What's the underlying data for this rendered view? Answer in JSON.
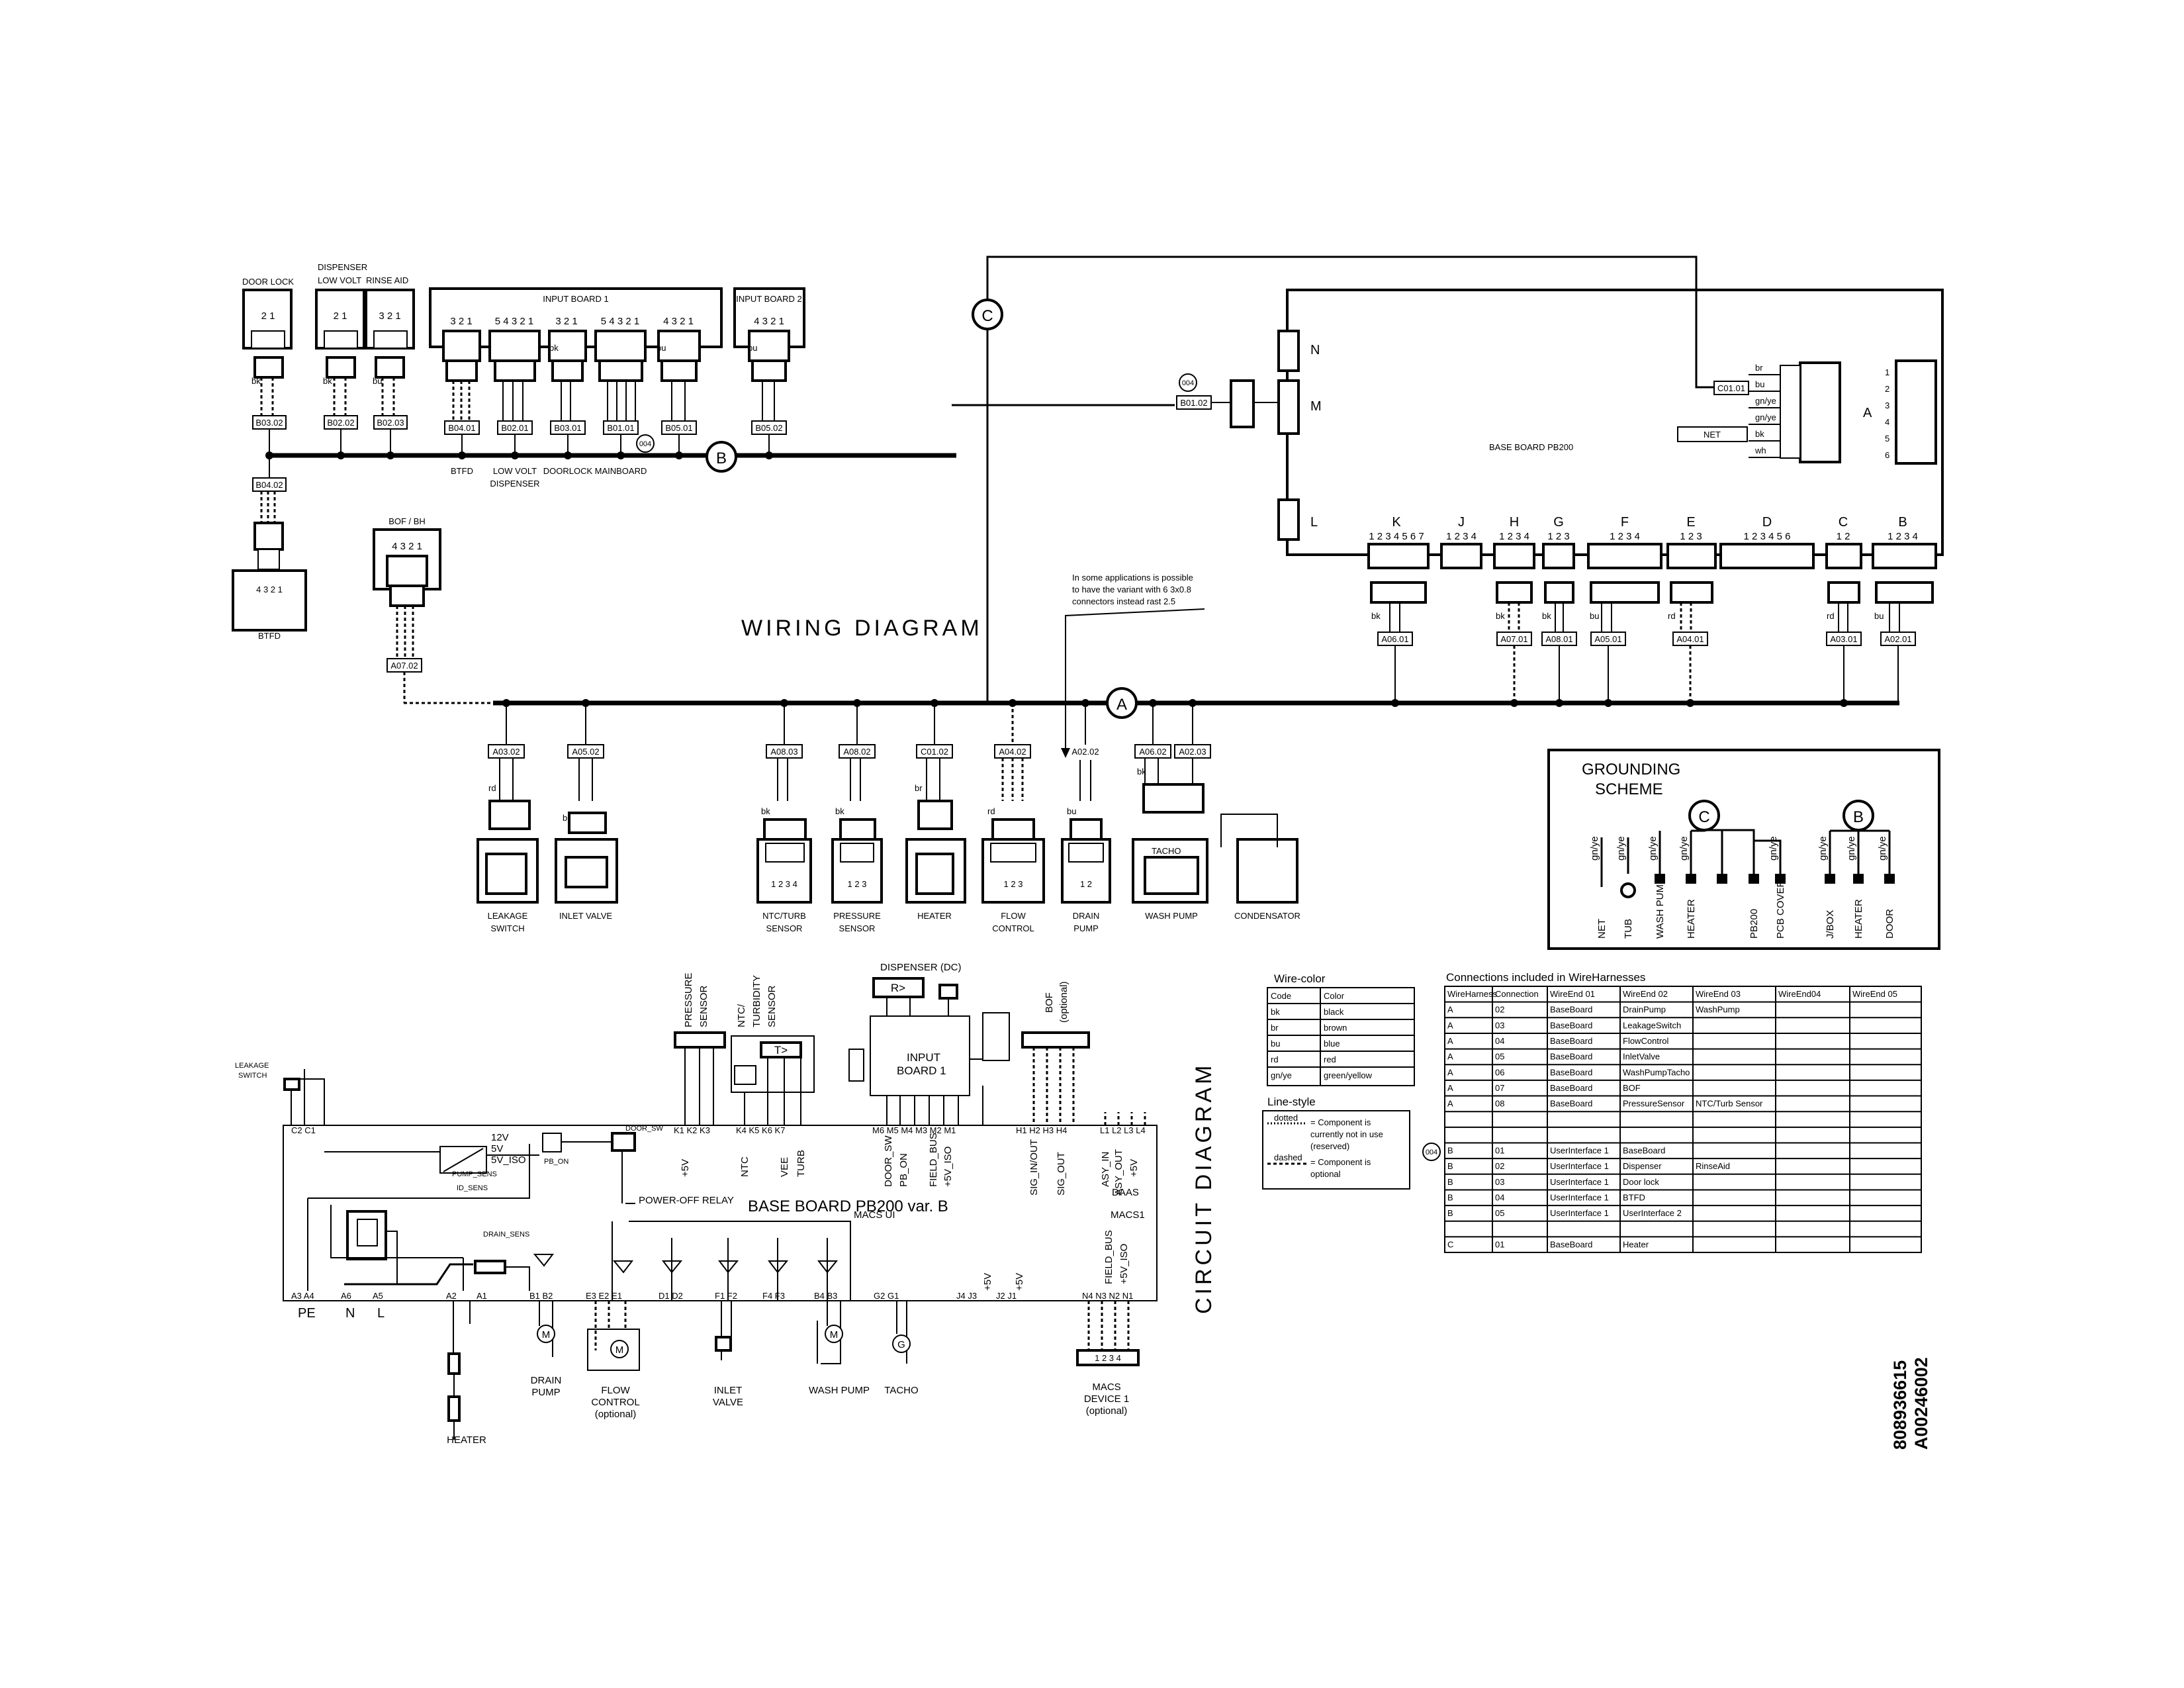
{
  "titles": {
    "wiring": "WIRING DIAGRAM",
    "circuit": "CIRCUIT DIAGRAM",
    "doc_number_1": "808936615",
    "doc_number_2": "A00246002"
  },
  "top_components": [
    {
      "id": "door-lock",
      "label": "DOOR LOCK",
      "pins": "2  1",
      "wire": "bk",
      "conn": "B03.02"
    },
    {
      "id": "dispenser",
      "label": "DISPENSER",
      "label2": "LOW VOLT",
      "pins": "2  1",
      "wire": "bk",
      "conn": "B02.02"
    },
    {
      "id": "rinse-aid",
      "label": "RINSE AID",
      "pins": "3 2 1",
      "wire": "bu",
      "conn": "B02.03"
    }
  ],
  "input_board_1": {
    "label": "INPUT BOARD 1",
    "groups": [
      {
        "pins": "3 2 1",
        "conn": "B04.01",
        "bottom": "BTFD"
      },
      {
        "pins": "5 4 3 2 1",
        "conn": "B02.01",
        "bottom": "LOW VOLT",
        "bottom2": "DISPENSER"
      },
      {
        "pins": "3 2 1",
        "conn": "B03.01",
        "bottom": "DOORLOCK",
        "wire": "bk"
      },
      {
        "pins": "5 4 3 2 1",
        "conn": "B01.01",
        "bottom": "MAINBOARD"
      },
      {
        "pins": "4 3 2 1",
        "conn": "B05.01",
        "wire": "bu"
      }
    ]
  },
  "input_board_2": {
    "label": "INPUT BOARD 2",
    "pins": "4 3 2 1",
    "conn": "B05.02",
    "wire": "bu"
  },
  "btfd": {
    "conn": "B04.02",
    "pins": "4 3 2 1",
    "label": "BTFD"
  },
  "bof": {
    "label": "BOF / BH",
    "pins": "4 3 2 1",
    "conn": "A07.02"
  },
  "badges": {
    "ref": "004",
    "a": "A",
    "b": "B",
    "c": "C"
  },
  "base_board": {
    "label": "BASE BOARD PB200",
    "conn_b01": "B01.02",
    "conn_c01": "C01.01",
    "net_label": "NET",
    "side_labels": {
      "n": "N",
      "m": "M",
      "l": "L",
      "a": "A"
    },
    "a_pins": [
      "1",
      "2",
      "3",
      "4",
      "5",
      "6"
    ],
    "a_wires": [
      "br",
      "bu",
      "gn/ye",
      "gn/ye",
      "bk",
      "wh"
    ],
    "headers": [
      {
        "letter": "K",
        "pins": "1 2 3 4 5 6 7",
        "conn": "A06.01",
        "wire": "bk"
      },
      {
        "letter": "J",
        "pins": "1 2 3 4",
        "conn": "",
        "wire": ""
      },
      {
        "letter": "H",
        "pins": "1 2 3 4",
        "conn": "A07.01",
        "wire": "bk"
      },
      {
        "letter": "G",
        "pins": "1 2 3",
        "conn": "A08.01",
        "wire": "bk"
      },
      {
        "letter": "F",
        "pins": "1   2   3   4",
        "conn": "A05.01",
        "wire": "bu"
      },
      {
        "letter": "E",
        "pins": "1   2   3",
        "conn": "A04.01",
        "wire": "rd"
      },
      {
        "letter": "D",
        "pins": "1  2  3  4  5  6",
        "conn": "",
        "wire": ""
      },
      {
        "letter": "C",
        "pins": "1   2",
        "conn": "A03.01",
        "wire": "rd"
      },
      {
        "letter": "B",
        "pins": "1   2   3   4",
        "conn": "A02.01",
        "wire": "bu"
      }
    ]
  },
  "note": {
    "l1": "In some applications is possible",
    "l2": "to have the variant with 6 3x0.8",
    "l3": "connectors instead rast 2.5"
  },
  "bottom_components": [
    {
      "conn": "A03.02",
      "wire": "rd",
      "label": "LEAKAGE",
      "label2": "SWITCH",
      "pins": ""
    },
    {
      "conn": "A05.02",
      "wire": "bu",
      "label": "INLET VALVE",
      "label2": "",
      "pins": ""
    },
    {
      "conn": "A08.03",
      "wire": "bk",
      "label": "NTC/TURB",
      "label2": "SENSOR",
      "pins": "1 2 3 4"
    },
    {
      "conn": "A08.02",
      "wire": "bk",
      "label": "PRESSURE",
      "label2": "SENSOR",
      "pins": "1 2 3"
    },
    {
      "conn": "C01.02",
      "wire": "br",
      "label": "HEATER",
      "label2": "",
      "pins": ""
    },
    {
      "conn": "A04.02",
      "wire": "rd",
      "label": "FLOW",
      "label2": "CONTROL",
      "pins": "1   2   3"
    },
    {
      "conn": "A02.02",
      "wire": "bu",
      "label": "DRAIN",
      "label2": "PUMP",
      "pins": "1   2"
    },
    {
      "conn": "A06.02",
      "wire": "bk",
      "label": "WASH PUMP",
      "label2": "",
      "pins": "",
      "extra": "TACHO"
    },
    {
      "conn": "A02.03",
      "wire": "",
      "label": "CONDENSATOR",
      "label2": "",
      "pins": ""
    }
  ],
  "grounding": {
    "title1": "GROUNDING",
    "title2": "SCHEME",
    "items": [
      {
        "wire": "gn/ye",
        "label": "NET"
      },
      {
        "wire": "gn/ye",
        "label": "TUB"
      },
      {
        "wire": "gn/ye",
        "label": "WASH PUMP"
      },
      {
        "wire": "gn/ye",
        "label": "HEATER"
      },
      {
        "wire": "",
        "label": "PB200"
      },
      {
        "wire": "gn/ye",
        "label": "PCB COVER"
      },
      {
        "wire": "gn/ye",
        "label": "J/BOX"
      },
      {
        "wire": "gn/ye",
        "label": "HEATER"
      },
      {
        "wire": "gn/ye",
        "label": "DOOR"
      }
    ]
  },
  "wire_color": {
    "title": "Wire-color",
    "header": [
      "Code",
      "Color"
    ],
    "rows": [
      [
        "bk",
        "black"
      ],
      [
        "br",
        "brown"
      ],
      [
        "bu",
        "blue"
      ],
      [
        "rd",
        "red"
      ],
      [
        "gn/ye",
        "green/yellow"
      ]
    ]
  },
  "line_style": {
    "title": "Line-style",
    "dotted": "dotted",
    "dotted_desc": "= Component is",
    "dotted_desc2": "currently not in use",
    "dotted_desc3": "(reserved)",
    "dashed": "dashed",
    "dashed_desc": "= Component is",
    "dashed_desc2": "optional"
  },
  "connections": {
    "title": "Connections included in WireHarnesses",
    "header": [
      "WireHarness",
      "Connection",
      "WireEnd 01",
      "WireEnd 02",
      "WireEnd 03",
      "WireEnd04",
      "WireEnd 05"
    ],
    "rows": [
      [
        "A",
        "02",
        "BaseBoard",
        "DrainPump",
        "WashPump",
        "",
        ""
      ],
      [
        "A",
        "03",
        "BaseBoard",
        "LeakageSwitch",
        "",
        "",
        ""
      ],
      [
        "A",
        "04",
        "BaseBoard",
        "FlowControl",
        "",
        "",
        ""
      ],
      [
        "A",
        "05",
        "BaseBoard",
        "InletValve",
        "",
        "",
        ""
      ],
      [
        "A",
        "06",
        "BaseBoard",
        "WashPumpTacho",
        "",
        "",
        ""
      ],
      [
        "A",
        "07",
        "BaseBoard",
        "BOF",
        "",
        "",
        ""
      ],
      [
        "A",
        "08",
        "BaseBoard",
        "PressureSensor",
        "NTC/Turb Sensor",
        "",
        ""
      ],
      [
        "",
        "",
        "",
        "",
        "",
        "",
        ""
      ],
      [
        "",
        "",
        "",
        "",
        "",
        "",
        ""
      ],
      [
        "B",
        "01",
        "UserInterface 1",
        "BaseBoard",
        "",
        "",
        ""
      ],
      [
        "B",
        "02",
        "UserInterface 1",
        "Dispenser",
        "RinseAid",
        "",
        ""
      ],
      [
        "B",
        "03",
        "UserInterface 1",
        "Door lock",
        "",
        "",
        ""
      ],
      [
        "B",
        "04",
        "UserInterface 1",
        "BTFD",
        "",
        "",
        ""
      ],
      [
        "B",
        "05",
        "UserInterface 1",
        "UserInterface 2",
        "",
        "",
        ""
      ],
      [
        "",
        "",
        "",
        "",
        "",
        "",
        ""
      ],
      [
        "C",
        "01",
        "BaseBoard",
        "Heater",
        "",
        "",
        ""
      ]
    ]
  },
  "circuit": {
    "board": "BASE BOARD PB200 var. B",
    "power_relay": "POWER-OFF RELAY",
    "pressure": "PRESSURE",
    "pressure2": "SENSOR",
    "ntc": "NTC/",
    "ntc2": "TURBIDITY",
    "ntc3": "SENSOR",
    "dispenser": "DISPENSER (DC)",
    "input_board": "INPUT",
    "input_board2": "BOARD 1",
    "bof": "BOF",
    "bof2": "(optional)",
    "leakage": "LEAKAGE",
    "leakage2": "SWITCH",
    "v12": "12V",
    "v5": "5V",
    "v5iso": "5V_ISO",
    "macs_ui": "MACS UI",
    "macs1": "MACS1",
    "daas": "DAAS",
    "pe": "PE",
    "n": "N",
    "l": "L",
    "rr": "R>",
    "tt": "T>",
    "drain": "DRAIN",
    "drain2": "PUMP",
    "flow": "FLOW",
    "flow2": "CONTROL",
    "flow3": "(optional)",
    "inlet": "INLET",
    "inlet2": "VALVE",
    "wash": "WASH PUMP",
    "tacho": "TACHO",
    "macs_dev": "MACS",
    "macs_dev2": "DEVICE 1",
    "macs_dev3": "(optional)",
    "heater": "HEATER",
    "signals": [
      "+5V",
      "NTC",
      "VEE",
      "TURB",
      "DOOR_SW",
      "PB_ON",
      "FIELD_BUS",
      "+5V_ISO",
      "SIG_IN/OUT",
      "SIG_OUT",
      "ASY_IN",
      "ASY_OUT",
      "+5V"
    ],
    "bottom_signals": [
      "FIELD_BUS",
      "+5V_ISO",
      "+5V",
      "+5V"
    ],
    "k_pins": "K1 K2 K3",
    "k_pins2": "K4  K5 K6 K7",
    "m_pins": "M6 M5 M4 M3 M2 M1",
    "h_pins": "H1 H2 H3 H4",
    "l_pins": "L1 L2 L3 L4",
    "c_pins": "C2 C1",
    "bottom_pins": {
      "a": "A3 A4",
      "a6": "A6",
      "a5": "A5",
      "a2": "A2",
      "a1": "A1",
      "b": "B1 B2",
      "e": "E3 E2 E1",
      "d": "D1 D2",
      "f": "F1 F2",
      "f4": "F4 F3",
      "b4": "B4 B3",
      "g": "G2 G1",
      "j": "J4 J3",
      "j2": "J2 J1",
      "n": "N4 N3 N2 N1"
    },
    "macs_pins": "1  2  3  4"
  }
}
